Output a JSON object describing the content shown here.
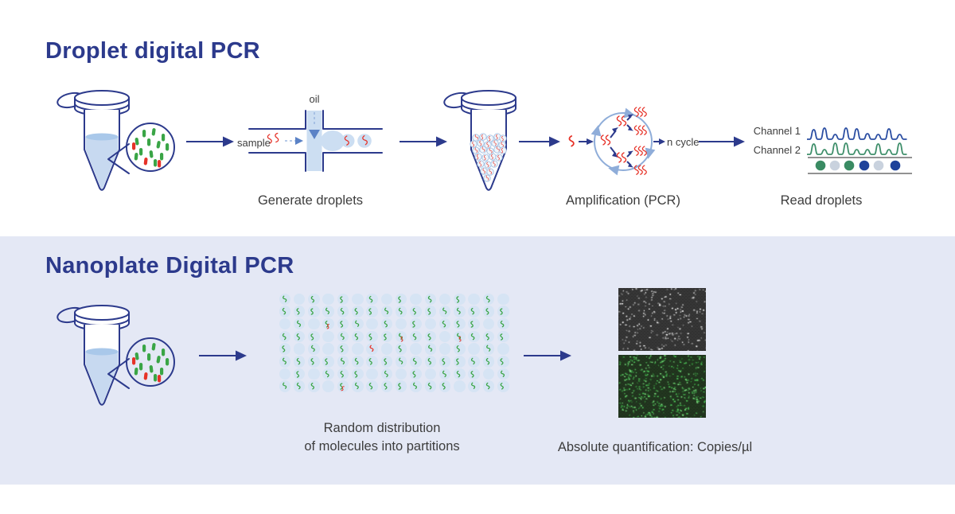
{
  "colors": {
    "navy": "#2c3a8c",
    "ink": "#3d3d3d",
    "section_bg": "#e4e8f5",
    "light_blue": "#ccdef2",
    "liquid_blue": "#c7d9f0",
    "liquid_surface": "#a9c8ea",
    "cell_blue": "#d6e4f4",
    "dash_blue": "#9db9e0",
    "mid_blue": "#5b82c6",
    "cycle_blue": "#8fadd9",
    "green": "#3aa546",
    "red": "#e63228",
    "trace_blue": "#2b4ea2",
    "trace_green": "#3f8f6b",
    "dot_green": "#3a8b63",
    "dot_gray": "#c9d2de",
    "dot_blue": "#1f429b",
    "line_gray": "#6f6f6f"
  },
  "droplet_section": {
    "title": "Droplet digital PCR",
    "labels": {
      "oil": "oil",
      "sample": "sample",
      "n_cycle": "n cycle",
      "channel1": "Channel 1",
      "channel2": "Channel 2"
    },
    "captions": {
      "generate": "Generate droplets",
      "amplify": "Amplification (PCR)",
      "read": "Read droplets"
    },
    "read_traces": {
      "channel1_peaks": [
        12,
        14,
        6,
        14,
        13,
        7,
        6,
        13,
        6
      ],
      "channel2_peaks": [
        13,
        6,
        14,
        14,
        6,
        6,
        13,
        6,
        14
      ]
    },
    "read_dots": [
      "green",
      "gray",
      "green",
      "blue",
      "gray",
      "blue"
    ]
  },
  "nanoplate_section": {
    "title": "Nanoplate Digital PCR",
    "captions": {
      "random_line1": "Random distribution",
      "random_line2": "of molecules into partitions",
      "absolute": "Absolute quantification: Copies/µl"
    },
    "grid": {
      "rows": 8,
      "cols": 16,
      "cells": [
        "g.g.g.g.g.g.g.g.",
        "gggggggggggggggg",
        ".g.bgg.g.g.ggg.g",
        "ggg.ggggbgg.bggg",
        "g.g.g.r.g.g.g.g.",
        "gggggggggggggggg",
        ".g.ggg.g.g.ggg.g",
        "ggg.bggggggg.ggg"
      ]
    },
    "noise_images": [
      {
        "name": "negative-partitions",
        "bg": "#373737",
        "dot_colors": [
          "#ffffff",
          "#c2c2c2",
          "#8d8d8d"
        ],
        "dots": 240,
        "seed": 12
      },
      {
        "name": "positive-partitions",
        "bg": "#233820",
        "dot_colors": [
          "#4ec659",
          "#7be07f",
          "#37943f"
        ],
        "dots": 430,
        "seed": 99
      }
    ]
  }
}
